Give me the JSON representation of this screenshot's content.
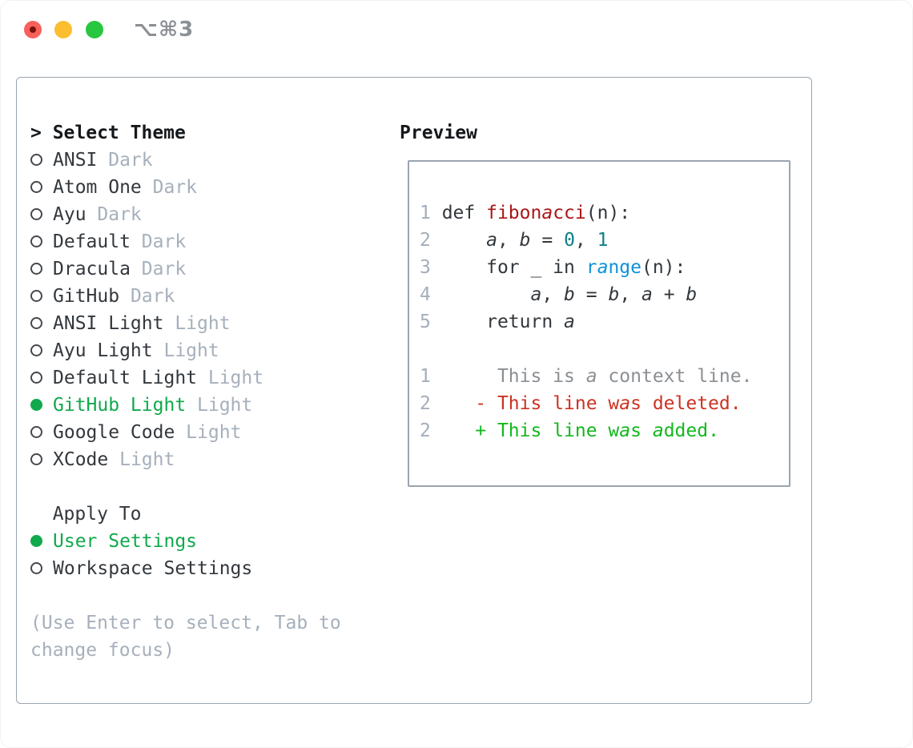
{
  "window": {
    "title": "⌥⌘3",
    "traffic_lights": [
      "close",
      "minimize",
      "zoom"
    ]
  },
  "colors": {
    "green": "#10a94c",
    "add": "#13b81d",
    "del": "#cc3222",
    "func": "#aa1717",
    "num": "#0e7f86",
    "call": "#0c93d6",
    "ctx": "#8b8f93",
    "lineno": "#a4aebb",
    "text": "#16191c",
    "name": "#33383d",
    "muted": "#a6b0bb",
    "border": "#9aa4af",
    "radio": "#45494e",
    "title": "#8c9094"
  },
  "theme_panel": {
    "header": {
      "prompt": ">",
      "label": "Select Theme"
    },
    "themes": [
      {
        "name": "ANSI",
        "variant": "Dark",
        "selected": false
      },
      {
        "name": "Atom One",
        "variant": "Dark",
        "selected": false
      },
      {
        "name": "Ayu",
        "variant": "Dark",
        "selected": false
      },
      {
        "name": "Default",
        "variant": "Dark",
        "selected": false
      },
      {
        "name": "Dracula",
        "variant": "Dark",
        "selected": false
      },
      {
        "name": "GitHub",
        "variant": "Dark",
        "selected": false
      },
      {
        "name": "ANSI Light",
        "variant": "Light",
        "selected": false
      },
      {
        "name": "Ayu Light",
        "variant": "Light",
        "selected": false
      },
      {
        "name": "Default Light",
        "variant": "Light",
        "selected": false
      },
      {
        "name": "GitHub Light",
        "variant": "Light",
        "selected": true
      },
      {
        "name": "Google Code",
        "variant": "Light",
        "selected": false
      },
      {
        "name": "XCode",
        "variant": "Light",
        "selected": false
      }
    ],
    "apply_to": {
      "label": "Apply To",
      "options": [
        {
          "label": "User Settings",
          "selected": true
        },
        {
          "label": "Workspace Settings",
          "selected": false
        }
      ]
    },
    "help_lines": [
      "(Use Enter to select, Tab to",
      "change focus)"
    ]
  },
  "preview": {
    "title": "Preview",
    "lines": [
      {
        "num": "1",
        "tokens": [
          [
            "p",
            "def "
          ],
          [
            "fn",
            "fibonacci"
          ],
          [
            "p",
            "(n):"
          ]
        ]
      },
      {
        "num": "2",
        "tokens": [
          [
            "p",
            "    "
          ],
          [
            "v",
            "a"
          ],
          [
            "p",
            ", "
          ],
          [
            "v",
            "b"
          ],
          [
            "p",
            " = "
          ],
          [
            "n",
            "0"
          ],
          [
            "p",
            ", "
          ],
          [
            "n",
            "1"
          ]
        ]
      },
      {
        "num": "3",
        "tokens": [
          [
            "p",
            "    for _ in "
          ],
          [
            "c",
            "range"
          ],
          [
            "p",
            "(n):"
          ]
        ]
      },
      {
        "num": "4",
        "tokens": [
          [
            "p",
            "        "
          ],
          [
            "v",
            "a"
          ],
          [
            "p",
            ", "
          ],
          [
            "v",
            "b"
          ],
          [
            "p",
            " = "
          ],
          [
            "v",
            "b"
          ],
          [
            "p",
            ", "
          ],
          [
            "v",
            "a"
          ],
          [
            "p",
            " + "
          ],
          [
            "v",
            "b"
          ]
        ]
      },
      {
        "num": "5",
        "tokens": [
          [
            "p",
            "    return "
          ],
          [
            "v",
            "a"
          ]
        ]
      },
      {
        "num": "",
        "tokens": []
      },
      {
        "num": "1",
        "tokens": [
          [
            "ctx",
            "     This is "
          ],
          [
            "ctxv",
            "a"
          ],
          [
            "ctx",
            " context line."
          ]
        ]
      },
      {
        "num": "2",
        "tokens": [
          [
            "del",
            "   - This line was deleted."
          ]
        ]
      },
      {
        "num": "2",
        "tokens": [
          [
            "add",
            "   + This line was added."
          ]
        ]
      }
    ]
  }
}
